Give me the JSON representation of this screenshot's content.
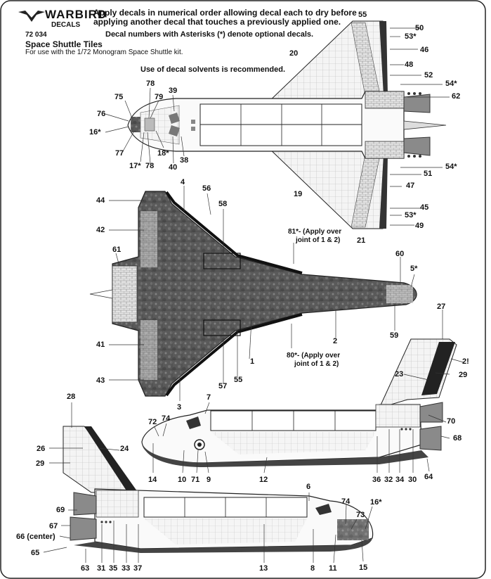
{
  "brand": {
    "name": "WARBIRD",
    "sub": "DECALS"
  },
  "header": {
    "sheet_number": "72 034",
    "title": "Space Shuttle Tiles",
    "subtitle": "For use with the 1/72 Monogram Space Shuttle kit.",
    "instruction_line1": "Apply decals in numerical order allowing decal each to dry before",
    "instruction_line2": "applying another decal that touches a previously applied one.",
    "optional_note": "Decal numbers with Asterisks (*) denote optional decals.",
    "solvent_note": "Use of decal solvents is recommended."
  },
  "top_view": {
    "labels": [
      "55",
      "50",
      "53*",
      "46",
      "48",
      "52",
      "54*",
      "62",
      "20",
      "75",
      "78",
      "79",
      "39",
      "76",
      "16*",
      "77",
      "17*",
      "78",
      "18*",
      "40",
      "38",
      "19",
      "51",
      "54*",
      "47",
      "45",
      "53*",
      "49",
      "21"
    ]
  },
  "bottom_view": {
    "labels": [
      "4",
      "56",
      "44",
      "58",
      "42",
      "61",
      "81*- (Apply over",
      "joint of 1 & 2)",
      "60",
      "5*",
      "1",
      "2",
      "59",
      "41",
      "80*- (Apply over",
      "joint of 1 & 2)",
      "57",
      "55",
      "43",
      "3"
    ]
  },
  "side_view_right": {
    "labels": [
      "27",
      "2!",
      "23",
      "29",
      "7",
      "72",
      "74",
      "70",
      "68",
      "14",
      "10",
      "71",
      "9",
      "12",
      "36",
      "32",
      "34",
      "30",
      "64"
    ]
  },
  "side_view_left": {
    "labels": [
      "28",
      "26",
      "24",
      "29",
      "6",
      "74",
      "16*",
      "69",
      "73",
      "67",
      "66 (center)",
      "65",
      "63",
      "31",
      "35",
      "33",
      "37",
      "13",
      "8",
      "11",
      "15"
    ]
  }
}
